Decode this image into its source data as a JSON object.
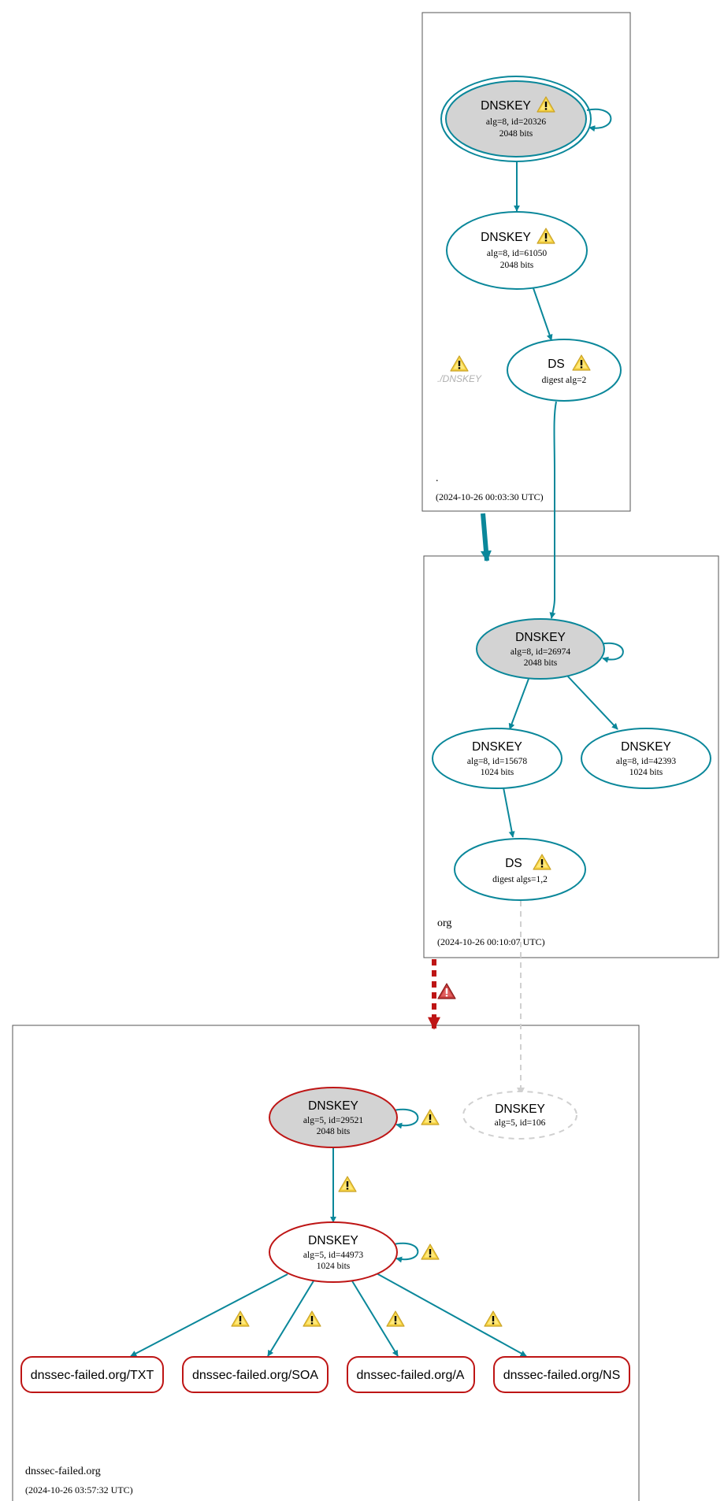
{
  "zones": [
    {
      "name": ".",
      "timestamp": "(2024-10-26 00:03:30 UTC)"
    },
    {
      "name": "org",
      "timestamp": "(2024-10-26 00:10:07 UTC)"
    },
    {
      "name": "dnssec-failed.org",
      "timestamp": "(2024-10-26 03:57:32 UTC)"
    }
  ],
  "nodes": {
    "root_ksk": {
      "title": "DNSKEY",
      "line1": "alg=8, id=20326",
      "line2": "2048 bits"
    },
    "root_zsk": {
      "title": "DNSKEY",
      "line1": "alg=8, id=61050",
      "line2": "2048 bits"
    },
    "root_ds": {
      "title": "DS",
      "line1": "digest alg=2"
    },
    "root_missing": {
      "label": "./DNSKEY"
    },
    "org_ksk": {
      "title": "DNSKEY",
      "line1": "alg=8, id=26974",
      "line2": "2048 bits"
    },
    "org_zsk1": {
      "title": "DNSKEY",
      "line1": "alg=8, id=15678",
      "line2": "1024 bits"
    },
    "org_zsk2": {
      "title": "DNSKEY",
      "line1": "alg=8, id=42393",
      "line2": "1024 bits"
    },
    "org_ds": {
      "title": "DS",
      "line1": "digest algs=1,2"
    },
    "df_ksk": {
      "title": "DNSKEY",
      "line1": "alg=5, id=29521",
      "line2": "2048 bits"
    },
    "df_missing": {
      "title": "DNSKEY",
      "line1": "alg=5, id=106"
    },
    "df_zsk": {
      "title": "DNSKEY",
      "line1": "alg=5, id=44973",
      "line2": "1024 bits"
    }
  },
  "rrsets": [
    "dnssec-failed.org/TXT",
    "dnssec-failed.org/SOA",
    "dnssec-failed.org/A",
    "dnssec-failed.org/NS"
  ],
  "icons": {
    "warning": "warning-triangle-icon",
    "error": "error-triangle-icon",
    "warning_mark": "!"
  },
  "colors": {
    "secure_edge": "#0a879a",
    "bogus_edge": "#be1515",
    "node_fill_ksk": "#d3d3d3",
    "missing_edge": "#d0d0d0",
    "warning_fill": "#f4d03f",
    "zone_border": "#555555"
  }
}
